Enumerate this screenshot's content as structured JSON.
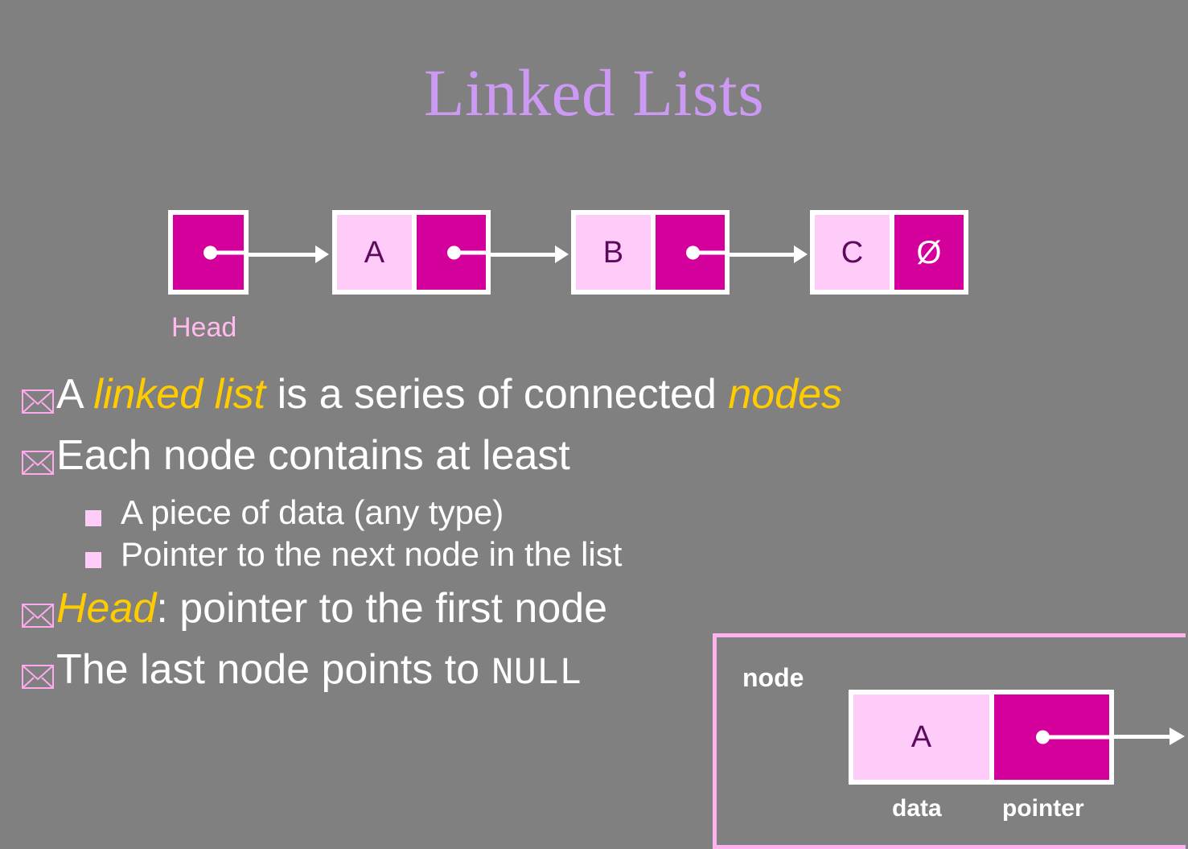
{
  "slide": {
    "title": "Linked Lists",
    "background_color": "#808080"
  },
  "colors": {
    "title": "#cc99f5",
    "accent_magenta": "#d4009b",
    "data_cell": "#ffccf9",
    "emphasis_yellow": "#ffcc00",
    "label_pink": "#ffbbee",
    "text_white": "#ffffff",
    "letter_purple": "#5c0a5c"
  },
  "diagram": {
    "head_label": "Head",
    "nodes": [
      {
        "data": "A",
        "pointer": "link"
      },
      {
        "data": "B",
        "pointer": "link"
      },
      {
        "data": "C",
        "pointer": "Ø"
      }
    ],
    "null_symbol": "Ø"
  },
  "bullets": [
    {
      "level": 1,
      "icon": "envelope-icon",
      "segments": [
        {
          "text": "A ",
          "style": "plain"
        },
        {
          "text": "linked list",
          "style": "italic-yellow"
        },
        {
          "text": " is a series of connected ",
          "style": "plain"
        },
        {
          "text": "nodes",
          "style": "italic-yellow"
        }
      ]
    },
    {
      "level": 1,
      "icon": "envelope-icon",
      "segments": [
        {
          "text": "Each node contains at least",
          "style": "plain"
        }
      ]
    },
    {
      "level": 2,
      "icon": "square-icon",
      "segments": [
        {
          "text": "A piece of data (any type)",
          "style": "plain"
        }
      ]
    },
    {
      "level": 2,
      "icon": "square-icon",
      "segments": [
        {
          "text": "Pointer to the next node in the list",
          "style": "plain"
        }
      ]
    },
    {
      "level": 1,
      "icon": "envelope-icon",
      "segments": [
        {
          "text": "Head",
          "style": "italic-yellow"
        },
        {
          "text": ": pointer to the first node",
          "style": "plain"
        }
      ]
    },
    {
      "level": 1,
      "icon": "envelope-icon",
      "segments": [
        {
          "text": "The last node points to ",
          "style": "plain"
        },
        {
          "text": "NULL",
          "style": "mono"
        }
      ]
    }
  ],
  "bullet_text": {
    "b1_a": "A ",
    "b1_linked_list": "linked list",
    "b1_mid": " is a series of connected ",
    "b1_nodes": "nodes",
    "b2": "Each node contains at least",
    "b3": "A piece of data (any type)",
    "b4": "Pointer to the next node in the list",
    "b5_head": "Head",
    "b5_rest": ": pointer to the first node",
    "b6_pre": "The last node points to ",
    "b6_null": "NULL"
  },
  "node_detail": {
    "box_label": "node",
    "data_value": "A",
    "caption_data": "data",
    "caption_pointer": "pointer",
    "border_color": "#ffb3ee"
  }
}
